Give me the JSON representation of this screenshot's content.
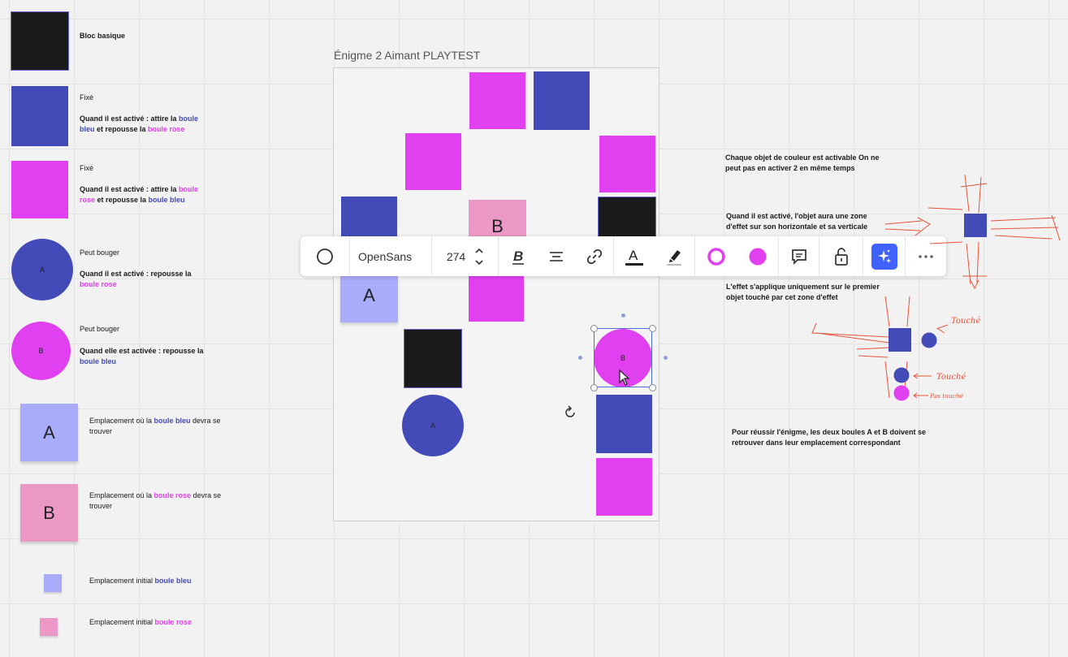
{
  "legend": {
    "basic_block": "Bloc basique",
    "blue_fixed_title": "Fixé",
    "blue_fixed_desc_1": "Quand il est activé : attire la ",
    "blue_fixed_desc_2": "boule bleu",
    "blue_fixed_desc_3": " et repousse la ",
    "blue_fixed_desc_4": "boule rose",
    "pink_fixed_title": "Fixé",
    "pink_fixed_desc_1": "Quand il est activé : attire la ",
    "pink_fixed_desc_2": "boule rose",
    "pink_fixed_desc_3": " et repousse la ",
    "pink_fixed_desc_4": "boule bleu",
    "ball_a_label": "A",
    "ball_a_title": "Peut bouger",
    "ball_a_desc_1": "Quand il est activé : repousse la ",
    "ball_a_desc_2": "boule rose",
    "ball_b_label": "B",
    "ball_b_title": "Peut bouger",
    "ball_b_desc_1": "Quand elle est activée : repousse la ",
    "ball_b_desc_2": "boule bleu",
    "sticky_a_letter": "A",
    "sticky_a_desc_1": "Emplacement où la ",
    "sticky_a_desc_2": "boule bleu",
    "sticky_a_desc_3": " devra se trouver",
    "sticky_b_letter": "B",
    "sticky_b_desc_1": "Emplacement où la ",
    "sticky_b_desc_2": "boule rose",
    "sticky_b_desc_3": " devra se trouver",
    "initial_blue_1": "Emplacement initial ",
    "initial_blue_2": "boule bleu",
    "initial_pink_1": "Emplacement initial ",
    "initial_pink_2": "boule rose"
  },
  "frame": {
    "title": "Énigme 2 Aimant PLAYTEST",
    "sticky_b_letter": "B",
    "sticky_a_letter": "A",
    "ball_a_label": "A",
    "ball_b_label": "B"
  },
  "toolbar": {
    "font_name": "OpenSans",
    "font_size": "274",
    "icons": [
      "circle-shape-icon",
      "bold-icon",
      "align-center-icon",
      "link-icon",
      "text-color-icon",
      "highlight-icon",
      "border-color-icon",
      "fill-color-icon",
      "comment-icon",
      "lock-icon",
      "ai-sparkle-icon",
      "more-icon"
    ]
  },
  "notes": {
    "note1": "Chaque objet de couleur est activable On ne peut pas en activer 2 en même temps",
    "note2": "Quand il est activé, l'objet aura une zone d'effet sur son horizontale et sa verticale",
    "note3": "L'effet s'applique uniquement sur le premier objet touché par cet zone d'effet",
    "note4": "Pour réussir l'énigme, les deux boules A et B doivent se retrouver dans leur emplacement correspondant"
  },
  "sketch": {
    "touche_1": "Touché",
    "touche_2": "Touché",
    "pas_touche": "Pas touché"
  },
  "colors": {
    "blue": "#424bb8",
    "pink": "#e040f0",
    "black": "#1a1a1a",
    "sticky_blue": "#a8acfa",
    "sticky_pink": "#ec98c6",
    "sketch_red": "#e8533a"
  }
}
